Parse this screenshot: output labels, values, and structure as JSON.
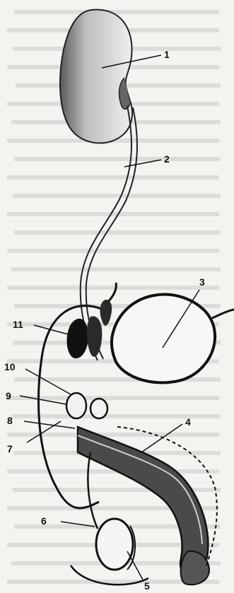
{
  "labels": {
    "1": "1",
    "2": "2",
    "3": "3",
    "4": "4",
    "5": "5",
    "6": "6",
    "7": "7",
    "8": "8",
    "9": "9",
    "10": "10",
    "11": "11"
  }
}
